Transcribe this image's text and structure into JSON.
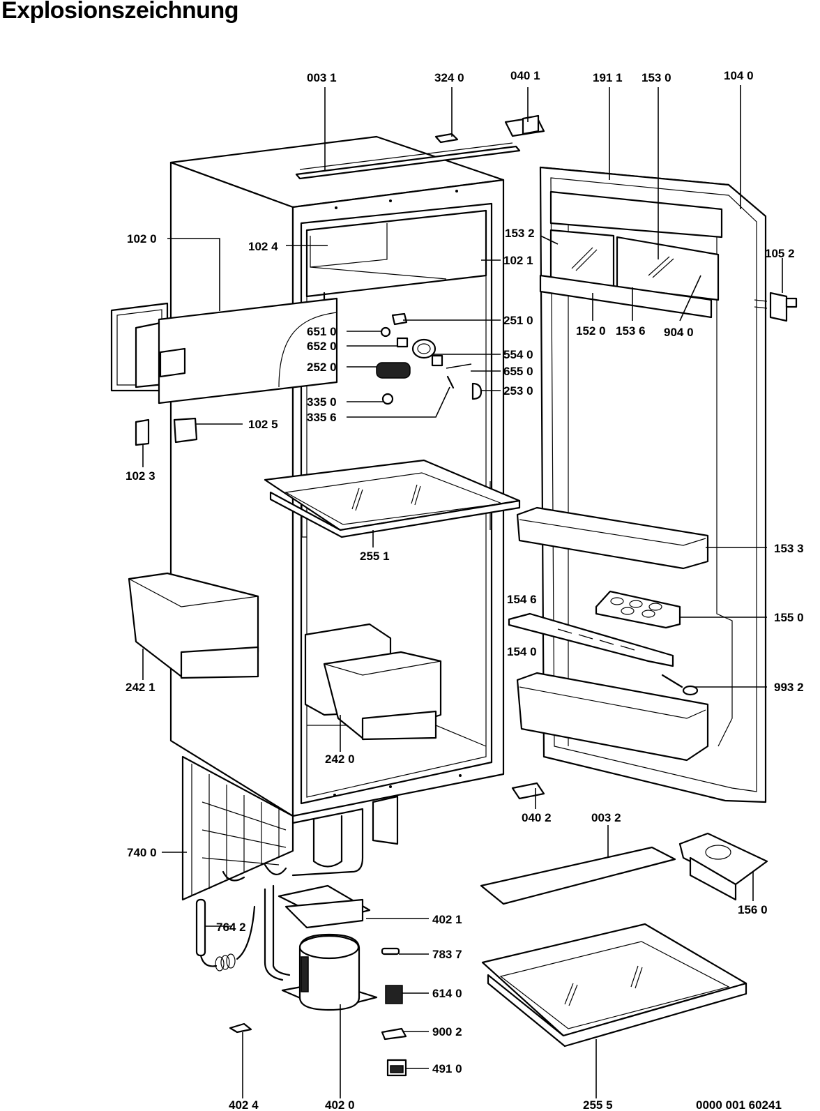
{
  "title": "Explosionszeichnung",
  "drawing_number": "0000 001 60241",
  "parts": [
    {
      "id": "003_1",
      "label": "003 1"
    },
    {
      "id": "324_0",
      "label": "324 0"
    },
    {
      "id": "040_1",
      "label": "040 1"
    },
    {
      "id": "191_1",
      "label": "191 1"
    },
    {
      "id": "153_0",
      "label": "153 0"
    },
    {
      "id": "104_0",
      "label": "104 0"
    },
    {
      "id": "102_0",
      "label": "102 0"
    },
    {
      "id": "102_4",
      "label": "102 4"
    },
    {
      "id": "153_2",
      "label": "153 2"
    },
    {
      "id": "102_1",
      "label": "102 1"
    },
    {
      "id": "105_2",
      "label": "105 2"
    },
    {
      "id": "152_0",
      "label": "152 0"
    },
    {
      "id": "153_6",
      "label": "153 6"
    },
    {
      "id": "904_0",
      "label": "904 0"
    },
    {
      "id": "251_0",
      "label": "251 0"
    },
    {
      "id": "651_0",
      "label": "651 0"
    },
    {
      "id": "652_0",
      "label": "652 0"
    },
    {
      "id": "554_0",
      "label": "554 0"
    },
    {
      "id": "252_0",
      "label": "252 0"
    },
    {
      "id": "655_0",
      "label": "655 0"
    },
    {
      "id": "253_0",
      "label": "253 0"
    },
    {
      "id": "335_0",
      "label": "335 0"
    },
    {
      "id": "335_6",
      "label": "335 6"
    },
    {
      "id": "102_5",
      "label": "102 5"
    },
    {
      "id": "102_3",
      "label": "102 3"
    },
    {
      "id": "255_1",
      "label": "255 1"
    },
    {
      "id": "153_3",
      "label": "153 3"
    },
    {
      "id": "154_6",
      "label": "154 6"
    },
    {
      "id": "155_0",
      "label": "155 0"
    },
    {
      "id": "154_0",
      "label": "154 0"
    },
    {
      "id": "993_2",
      "label": "993 2"
    },
    {
      "id": "242_1",
      "label": "242 1"
    },
    {
      "id": "242_0",
      "label": "242 0"
    },
    {
      "id": "040_2",
      "label": "040 2"
    },
    {
      "id": "003_2",
      "label": "003 2"
    },
    {
      "id": "740_0",
      "label": "740 0"
    },
    {
      "id": "156_0",
      "label": "156 0"
    },
    {
      "id": "402_1",
      "label": "402 1"
    },
    {
      "id": "764_2",
      "label": "764 2"
    },
    {
      "id": "783_7",
      "label": "783 7"
    },
    {
      "id": "614_0",
      "label": "614 0"
    },
    {
      "id": "900_2",
      "label": "900 2"
    },
    {
      "id": "491_0",
      "label": "491 0"
    },
    {
      "id": "402_4",
      "label": "402 4"
    },
    {
      "id": "402_0",
      "label": "402 0"
    },
    {
      "id": "255_5",
      "label": "255 5"
    }
  ]
}
